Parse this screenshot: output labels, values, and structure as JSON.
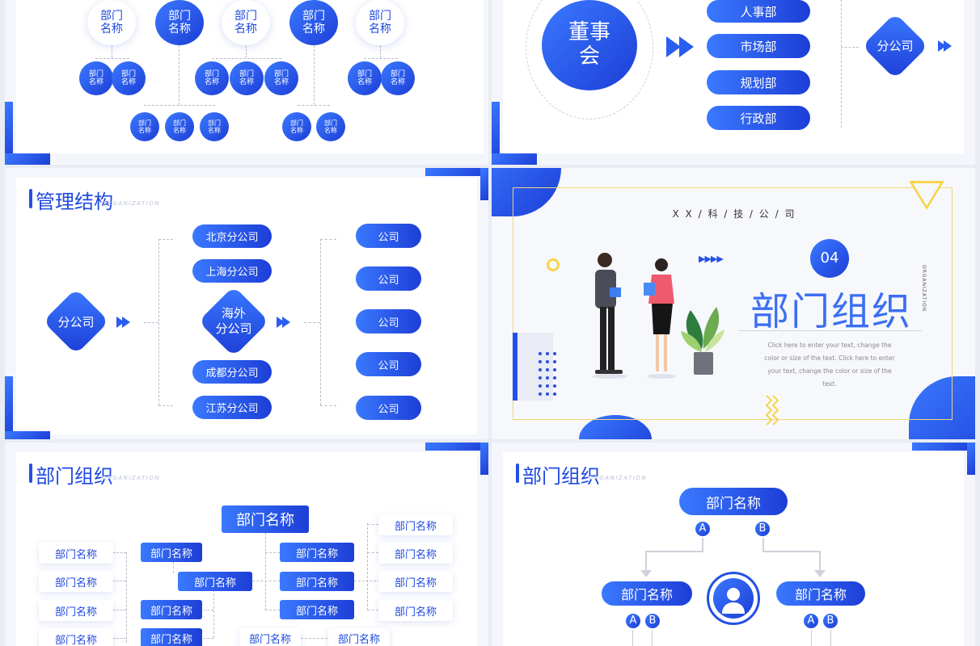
{
  "slide1": {
    "top_nodes": [
      "部门\n名称",
      "部门\n名称",
      "部门\n名称",
      "部门\n名称",
      "部门\n名称"
    ],
    "small_label": "部门\n名称"
  },
  "slide2": {
    "board": "董事\n会",
    "departments": [
      "人事部",
      "市场部",
      "规划部",
      "行政部"
    ],
    "branch": "分公司"
  },
  "slide3": {
    "title": "管理结构",
    "subtitle": "ORGANIZATION",
    "left_diamond": "分公司",
    "middle_diamond": "海外\n分公司",
    "branches": [
      "北京分公司",
      "上海分公司",
      "成都分公司",
      "江苏分公司"
    ],
    "companies": [
      "公司",
      "公司",
      "公司",
      "公司",
      "公司"
    ]
  },
  "slide4": {
    "company": "X  X  /  科  /  技  /  公  /  司",
    "number": "04",
    "heading": "部门组织",
    "vertical_text": "ORGANIZATION",
    "description": "Click here to enter your text, change the color or size of the text. Click here to enter your text, change the color or size of the text."
  },
  "slide5": {
    "title": "部门组织",
    "subtitle": "ORGANIZATION",
    "root": "部门名称",
    "node_label": "部门名称"
  },
  "slide6": {
    "title": "部门组织",
    "subtitle": "ORGANIZATION",
    "root": "部门名称",
    "left": "部门名称",
    "right": "部门名称",
    "badge_a": "A",
    "badge_b": "B"
  },
  "colors": {
    "accent": "#1e49e0",
    "accent_light": "#3a79ff",
    "yellow": "#f5d54a"
  }
}
